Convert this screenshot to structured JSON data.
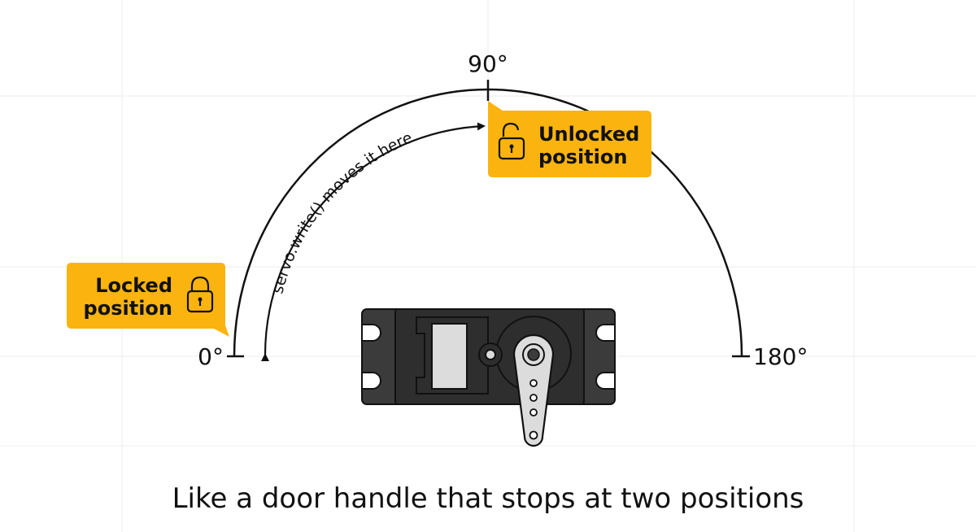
{
  "angles": {
    "start": "0°",
    "middle": "90°",
    "end": "180°"
  },
  "locked_badge": {
    "line1": "Locked",
    "line2": "position",
    "icon": "lock-icon"
  },
  "unlocked_badge": {
    "line1": "Unlocked",
    "line2": "position",
    "icon": "unlock-icon"
  },
  "arc_annotation": "servo.write() moves it here",
  "caption": "Like a door handle that stops at two positions",
  "colors": {
    "badge": "#FBB40F",
    "servo_body": "#3B3B3B",
    "servo_inner": "#2E2E2E",
    "horn": "#DCDCDC",
    "line": "#111111",
    "background": "#FFFFFF"
  }
}
